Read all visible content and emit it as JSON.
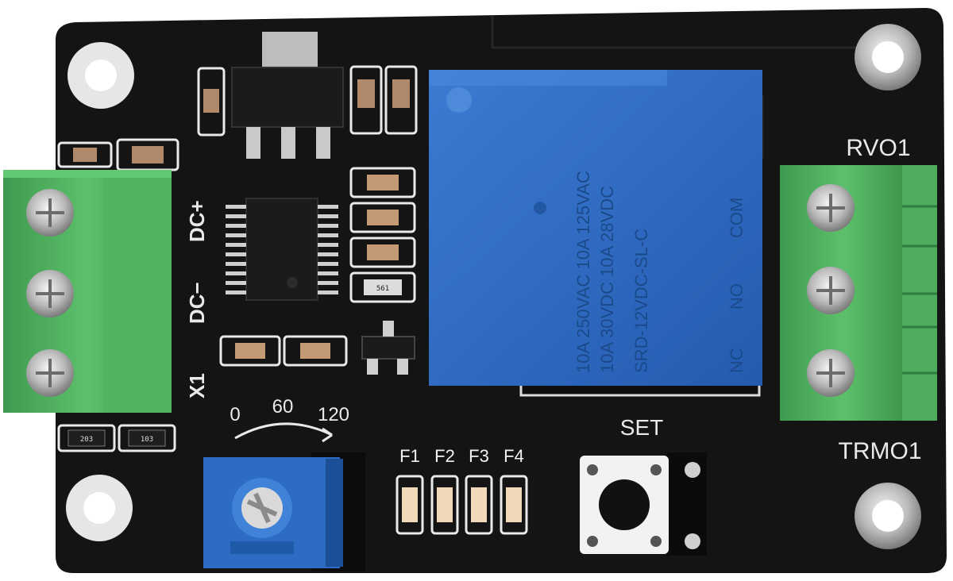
{
  "board": {
    "pcb_color": "#141414",
    "silkscreen_color": "#e9e9e9",
    "terminal_color": "#4cae5c",
    "relay_color": "#2d6cc4"
  },
  "labels": {
    "dc_plus": "DC+",
    "dc_minus": "DC−",
    "x1": "X1",
    "rvo1": "RVO1",
    "trmo1": "TRMO1",
    "set": "SET",
    "scale_0": "0",
    "scale_60": "60",
    "scale_120": "120",
    "f1": "F1",
    "f2": "F2",
    "f3": "F3",
    "f4": "F4"
  },
  "relay": {
    "line1": "10A 250VAC 10A 125VAC",
    "line2": "10A 30VDC 10A 28VDC",
    "model": "SRD-12VDC-SL-C",
    "pin_com": "COM",
    "pin_no": "NO",
    "pin_nc": "NC"
  },
  "smd_codes": {
    "r1": "561",
    "r2": "203",
    "r3": "103"
  },
  "icons": {
    "screw": "screw-icon",
    "potentiometer": "potentiometer-icon",
    "button": "tactile-button-icon"
  }
}
